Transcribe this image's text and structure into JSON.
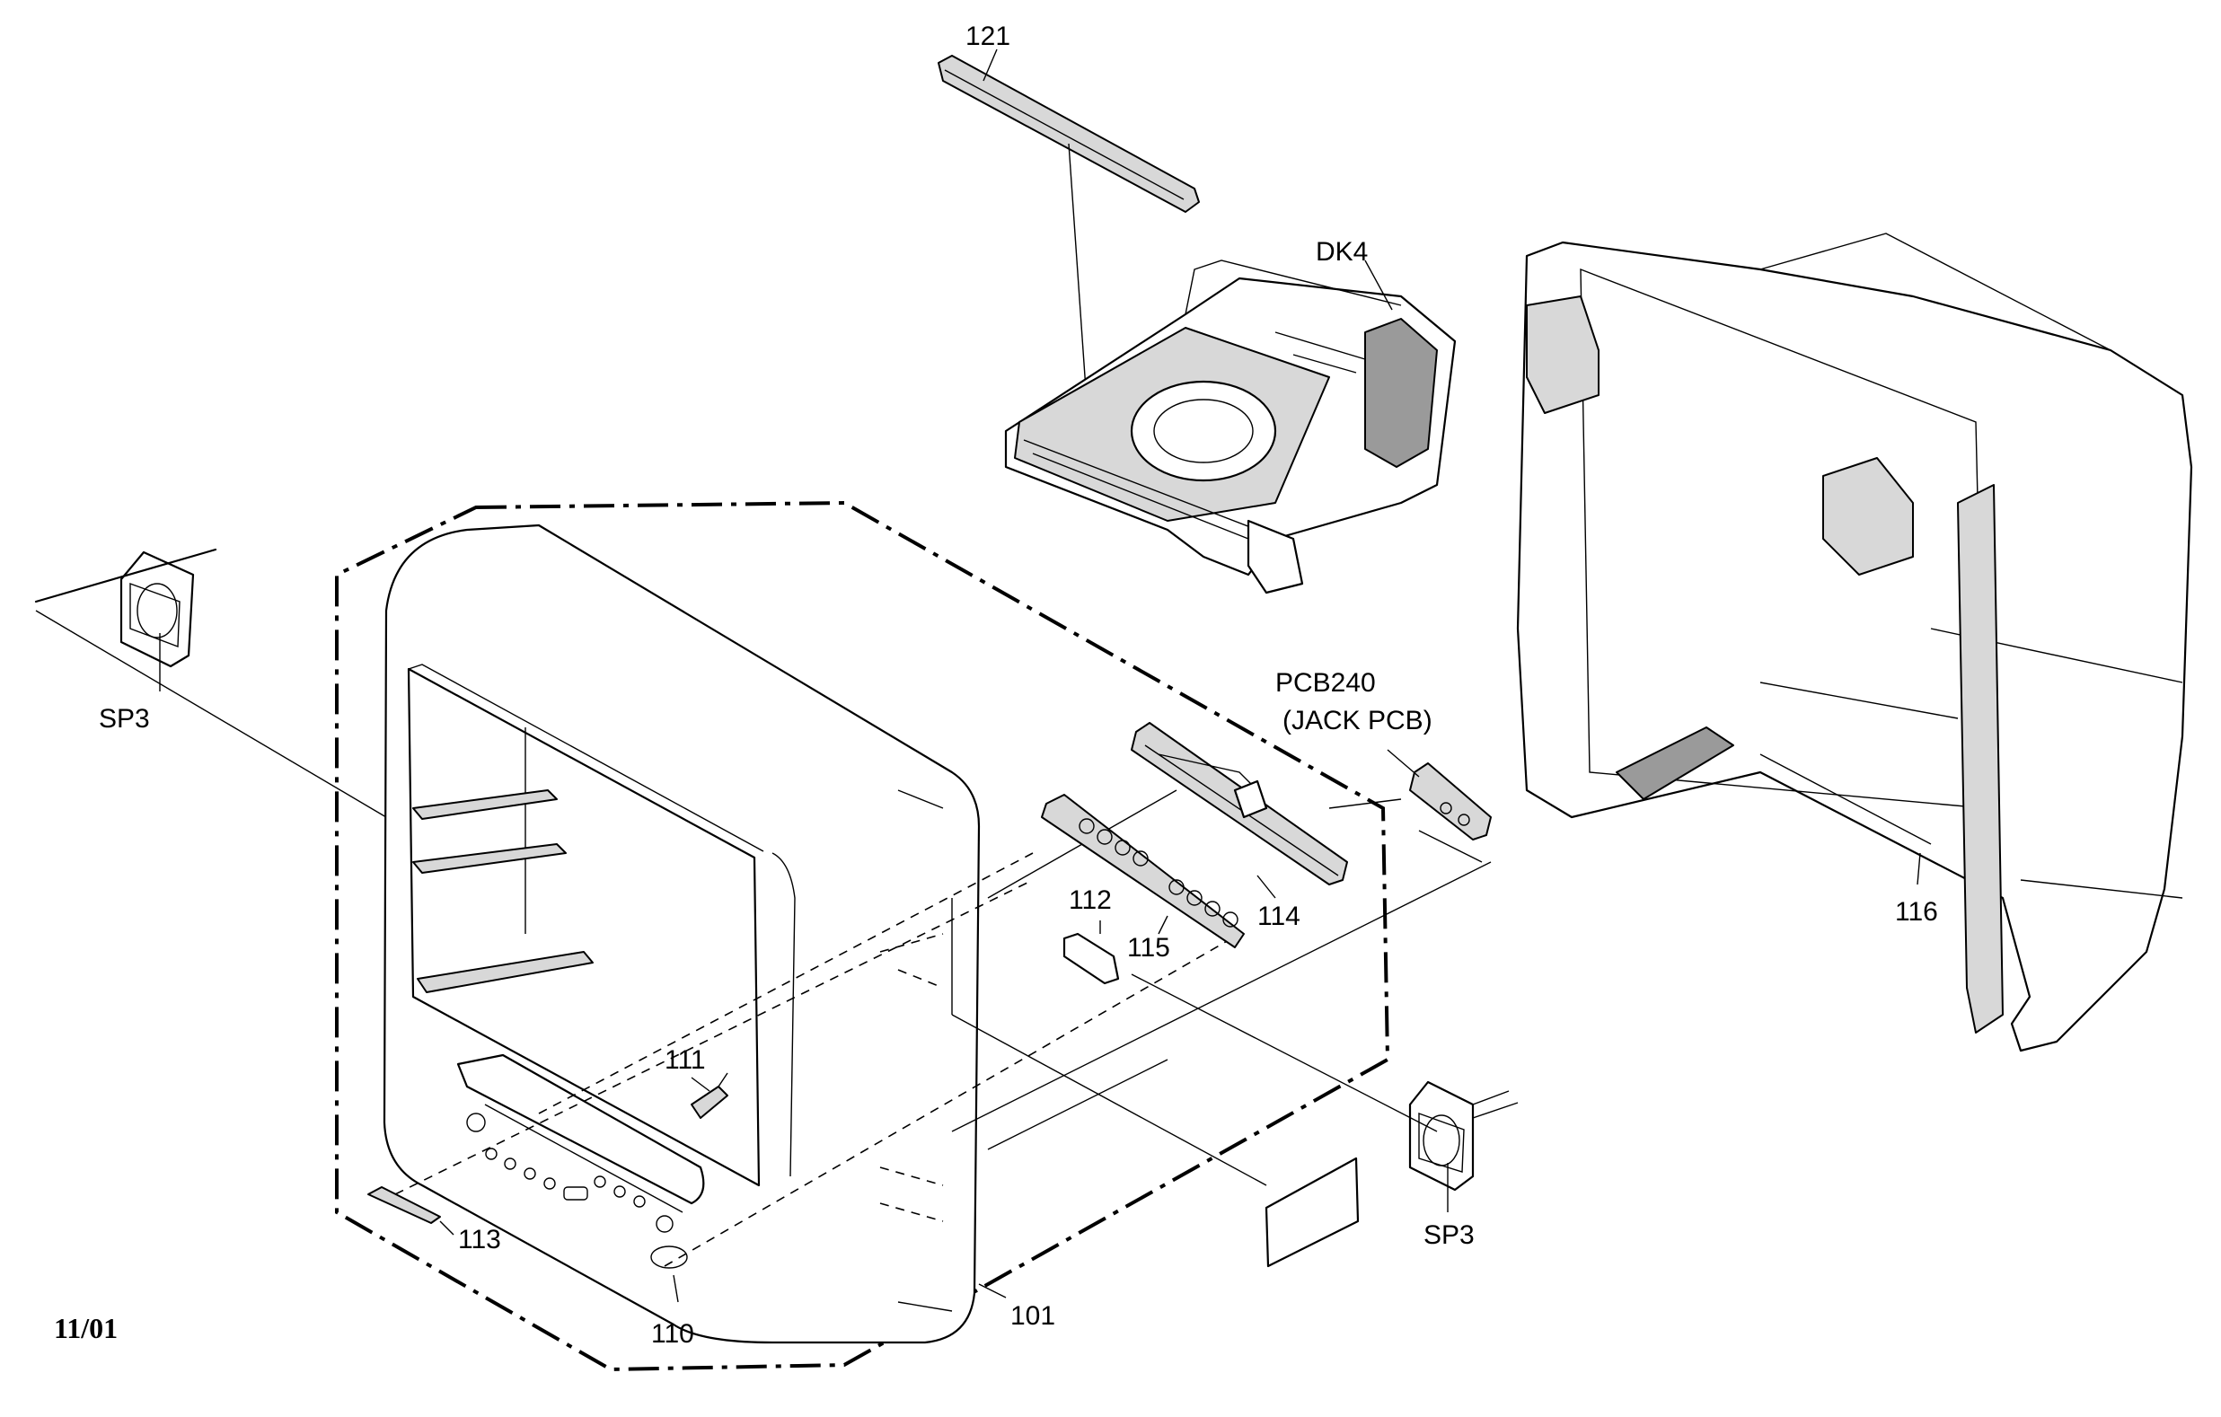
{
  "labels": {
    "p121": "121",
    "dk4": "DK4",
    "pcb240": "PCB240",
    "jack_pcb": "(JACK PCB)",
    "sp3_left": "SP3",
    "sp3_right": "SP3",
    "p116": "116",
    "p114": "114",
    "p112": "112",
    "p115": "115",
    "p111": "111",
    "p113": "113",
    "p110": "110",
    "p101": "101"
  },
  "date_code": "11/01"
}
